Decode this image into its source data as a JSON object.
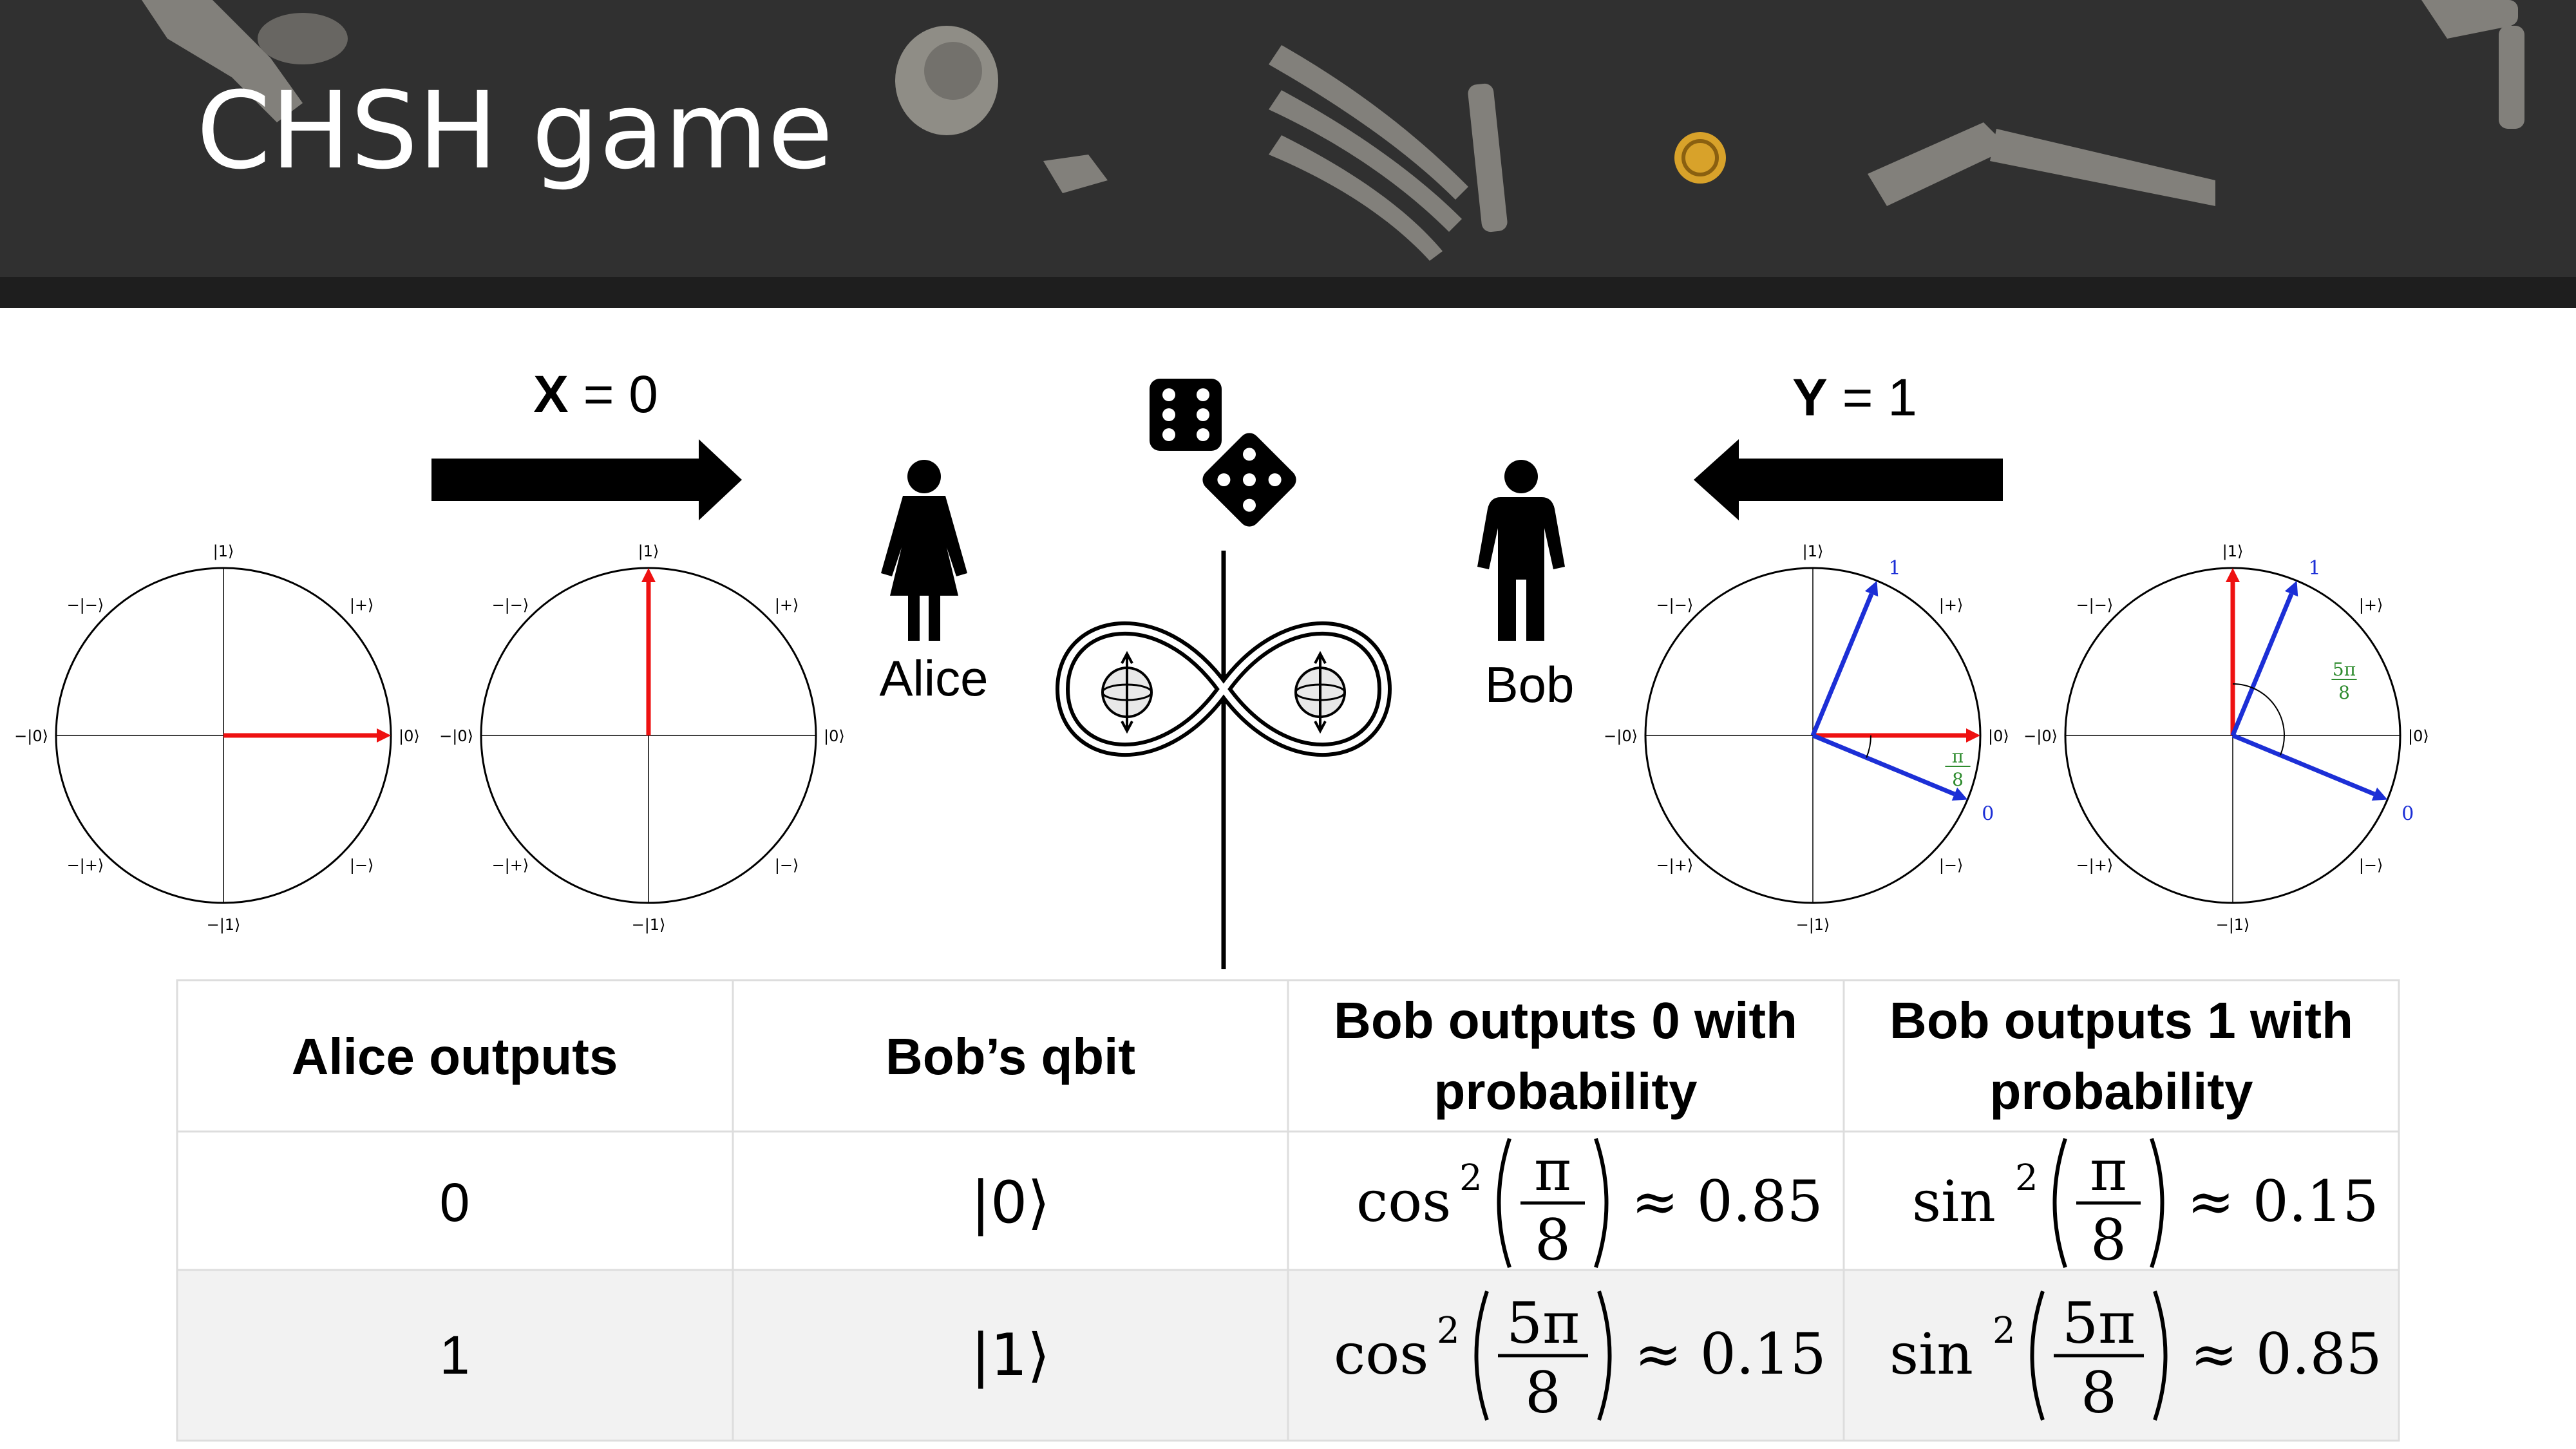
{
  "title": "CHSH game",
  "inputs": {
    "x": {
      "var": "X",
      "rest": " = 0"
    },
    "y": {
      "var": "Y",
      "rest": " = 1"
    }
  },
  "players": {
    "alice": "Alice",
    "bob": "Bob"
  },
  "circle_labels": {
    "one": "|1⟩",
    "minus_one": "−|1⟩",
    "zero": "|0⟩",
    "minus_zero": "−|0⟩",
    "plus": "|+⟩",
    "minus": "|−⟩",
    "minus_plus": "−|+⟩",
    "minus_minus": "−|−⟩"
  },
  "basis_labels": {
    "zero": "0",
    "one": "1"
  },
  "angle_labels": {
    "pi8": {
      "num": "π",
      "den": "8"
    },
    "fivepi8": {
      "num": "5π",
      "den": "8"
    }
  },
  "colors": {
    "header_bg": "#303030",
    "title": "#ffffff",
    "red_vector": "#ee1111",
    "blue_vector": "#1c2fd6",
    "angle_green": "#2e8b2e",
    "row_alt": "#f2f2f2",
    "grid": "#dddddd"
  },
  "table": {
    "headers": [
      "Alice outputs",
      "Bob’s qbit",
      "Bob outputs 0 with probability",
      "Bob outputs 1 with probability"
    ],
    "header_lines": [
      [
        "Alice outputs"
      ],
      [
        "Bob’s qbit"
      ],
      [
        "Bob outputs 0 with",
        "probability"
      ],
      [
        "Bob outputs 1 with",
        "probability"
      ]
    ],
    "rows": [
      {
        "alice": "0",
        "qbit": "|0⟩",
        "p0": {
          "fn": "cos",
          "exp": "2",
          "num": "π",
          "den": "8",
          "approx": "≈ 0.85"
        },
        "p1": {
          "fn": "sin",
          "exp": "2",
          "num": "π",
          "den": "8",
          "approx": "≈ 0.15"
        }
      },
      {
        "alice": "1",
        "qbit": "|1⟩",
        "p0": {
          "fn": "cos",
          "exp": "2",
          "num": "5π",
          "den": "8",
          "approx": "≈ 0.15"
        },
        "p1": {
          "fn": "sin",
          "exp": "2",
          "num": "5π",
          "den": "8",
          "approx": "≈ 0.85"
        }
      }
    ]
  },
  "icons": [
    "dice-icon",
    "alice-person-icon",
    "bob-person-icon",
    "entanglement-infinity-icon",
    "arrow-right-icon",
    "arrow-left-icon"
  ]
}
